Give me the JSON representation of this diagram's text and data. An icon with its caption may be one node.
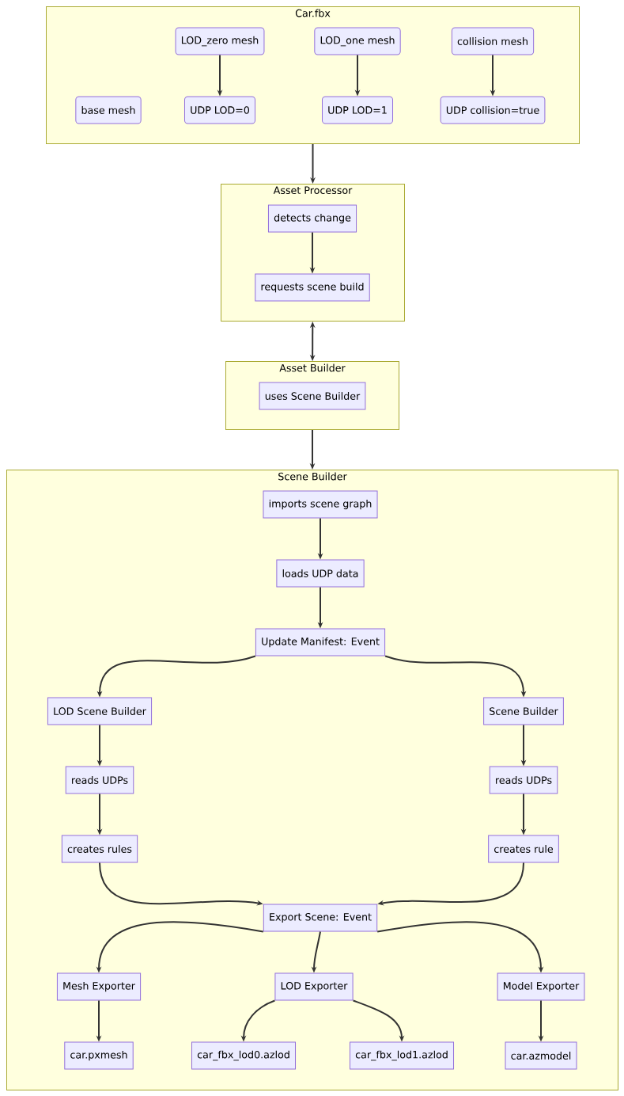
{
  "diagram": {
    "nodes": [
      {
        "text": [
          "Car.fbx"
        ]
      },
      {
        "text": [
          "LOD_zero mesh"
        ],
        "in": 0
      },
      {
        "text": [
          "LOD_one mesh"
        ],
        "in": 0
      },
      {
        "text": [
          "collision mesh"
        ],
        "in": 0
      },
      {
        "text": [
          "base mesh"
        ],
        "in": 0
      },
      {
        "text": [
          "UDP LOD=0"
        ],
        "in": 0
      },
      {
        "text": [
          "UDP LOD=1"
        ],
        "in": 0
      },
      {
        "text": [
          "UDP collision=true"
        ],
        "in": 0
      },
      {
        "text": [
          "Asset Processor"
        ]
      },
      {
        "text": [
          "detects change"
        ],
        "in": 8
      },
      {
        "text": [
          "requests scene build"
        ],
        "in": 8
      },
      {
        "text": [
          "Asset Builder"
        ]
      },
      {
        "text": [
          "uses Scene Builder"
        ],
        "in": 11
      },
      {
        "text": [
          "Scene Builder"
        ]
      },
      {
        "text": [
          "imports scene graph"
        ],
        "in": 13
      },
      {
        "text": [
          "loads UDP data"
        ],
        "in": 13
      },
      {
        "text": [
          "Update Manifest: Event"
        ],
        "in": 13
      },
      {
        "text": [
          "LOD Scene Builder"
        ],
        "in": 13
      },
      {
        "text": [
          "Scene Builder"
        ],
        "in": 13
      },
      {
        "text": [
          "reads UDPs"
        ],
        "in": 13
      },
      {
        "text": [
          "reads UDPs"
        ],
        "in": 13
      },
      {
        "text": [
          "creates rules"
        ],
        "in": 13
      },
      {
        "text": [
          "creates rule"
        ],
        "in": 13
      },
      {
        "text": [
          "Export Scene: Event"
        ],
        "in": 13
      },
      {
        "text": [
          "Mesh Exporter"
        ],
        "in": 13
      },
      {
        "text": [
          "LOD Exporter"
        ],
        "in": 13
      },
      {
        "text": [
          "Model Exporter"
        ],
        "in": 13
      },
      {
        "text": [
          "car.pxmesh"
        ],
        "in": 13
      },
      {
        "text": [
          "car_fbx_lod0.azlod"
        ],
        "in": 13
      },
      {
        "text": [
          "car_fbx_lod1.azlod"
        ],
        "in": 13
      },
      {
        "text": [
          "car.azmodel"
        ],
        "in": 13
      }
    ],
    "edges": [
      {
        "from": 1,
        "to": 5,
        "arrow": "to"
      },
      {
        "from": 2,
        "to": 6,
        "arrow": "to"
      },
      {
        "from": 3,
        "to": 7,
        "arrow": "to"
      },
      {
        "from": 0,
        "to": 8,
        "arrow": "to"
      },
      {
        "from": 9,
        "to": 10,
        "arrow": "to"
      },
      {
        "from": 8,
        "to": 11,
        "arrow": "both"
      },
      {
        "from": 11,
        "to": 13,
        "arrow": "to"
      },
      {
        "from": 14,
        "to": 15,
        "arrow": "to"
      },
      {
        "from": 15,
        "to": 16,
        "arrow": "to"
      },
      {
        "from": 16,
        "to": 17,
        "arrow": "to"
      },
      {
        "from": 16,
        "to": 18,
        "arrow": "to"
      },
      {
        "from": 17,
        "to": 19,
        "arrow": "to"
      },
      {
        "from": 19,
        "to": 21,
        "arrow": "to"
      },
      {
        "from": 18,
        "to": 20,
        "arrow": "to"
      },
      {
        "from": 20,
        "to": 22,
        "arrow": "to"
      },
      {
        "from": 21,
        "to": 23,
        "arrow": "to"
      },
      {
        "from": 22,
        "to": 23,
        "arrow": "to"
      },
      {
        "from": 23,
        "to": 24,
        "arrow": "to"
      },
      {
        "from": 23,
        "to": 25,
        "arrow": "to"
      },
      {
        "from": 23,
        "to": 26,
        "arrow": "to"
      },
      {
        "from": 24,
        "to": 27,
        "arrow": "to"
      },
      {
        "from": 25,
        "to": 28,
        "arrow": "to"
      },
      {
        "from": 25,
        "to": 29,
        "arrow": "to"
      },
      {
        "from": 26,
        "to": 30,
        "arrow": "to"
      }
    ]
  }
}
